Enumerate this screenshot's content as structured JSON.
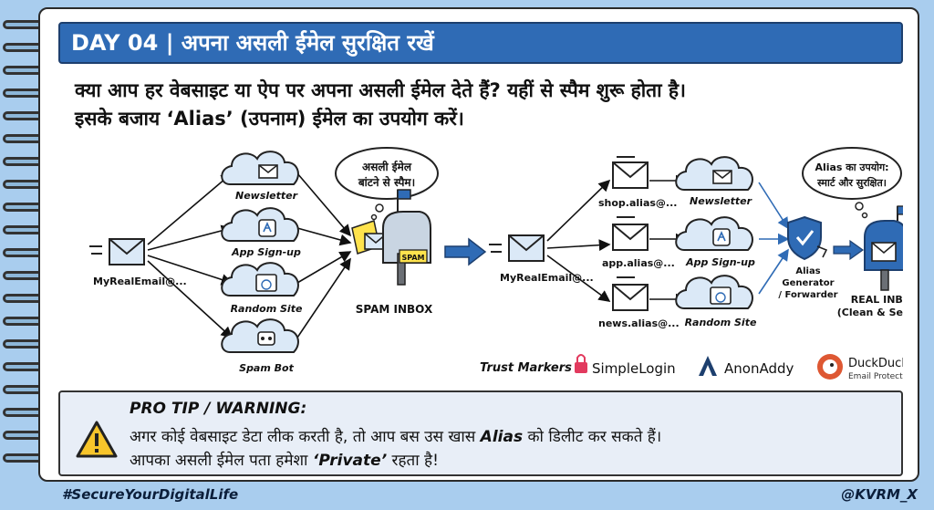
{
  "header": {
    "title": "DAY 04 | अपना असली ईमेल सुरक्षित रखें"
  },
  "intro": {
    "line1": "क्या आप हर वेबसाइट या ऐप पर अपना असली ईमेल देते हैं? यहीं से स्पैम शुरू होता है।",
    "line2": "इसके बजाय ‘Alias’ (उपनाम) ईमेल का उपयोग करें।"
  },
  "left_flow": {
    "source": "MyRealEmail@...",
    "nodes": [
      "Newsletter",
      "App Sign-up",
      "Random Site",
      "Spam Bot"
    ],
    "bubble_line1": "असली ईमेल",
    "bubble_line2": "बांटने से स्पैम।",
    "spam_label": "SPAM",
    "inbox_label": "SPAM INBOX"
  },
  "right_flow": {
    "source": "MyRealEmail@...",
    "aliases": [
      "shop.alias@...",
      "app.alias@...",
      "news.alias@..."
    ],
    "nodes": [
      "Newsletter",
      "App Sign-up",
      "Random Site"
    ],
    "generator_line1": "Alias",
    "generator_line2": "Generator",
    "generator_line3": "/ Forwarder",
    "bubble_line1": "Alias का उपयोग:",
    "bubble_line2": "स्मार्ट और सुरक्षित।",
    "inbox_line1": "REAL INBOX",
    "inbox_line2": "(Clean & Secure)"
  },
  "trust": {
    "label": "Trust Markers",
    "brands": [
      "SimpleLogin",
      "AnonAddy",
      "DuckDuckGo",
      "Email Protection"
    ]
  },
  "tip": {
    "title": "PRO TIP / WARNING:",
    "line1_a": "अगर कोई वेबसाइट डेटा लीक करती है, तो आप बस उस खास ",
    "line1_b": "Alias",
    "line1_c": " को डिलीट कर सकते हैं।",
    "line2_a": "आपका असली ईमेल पता हमेशा ",
    "line2_b": "‘Private’",
    "line2_c": " रहता है!"
  },
  "footer": {
    "hashtag": "#SecureYourDigitalLife",
    "handle": "@KVRM_X"
  },
  "colors": {
    "header_bg": "#2f6bb5",
    "page_bg": "#a9cdee",
    "cloud": "#dbe9f7",
    "tip_bg": "#e8eef7",
    "accent_arrow": "#2f6bb5"
  },
  "icons": [
    "envelope-icon",
    "mail-icon",
    "app-icon",
    "globe-icon",
    "bot-icon",
    "mailbox-icon",
    "shield-icon",
    "warning-icon",
    "lock-icon"
  ]
}
